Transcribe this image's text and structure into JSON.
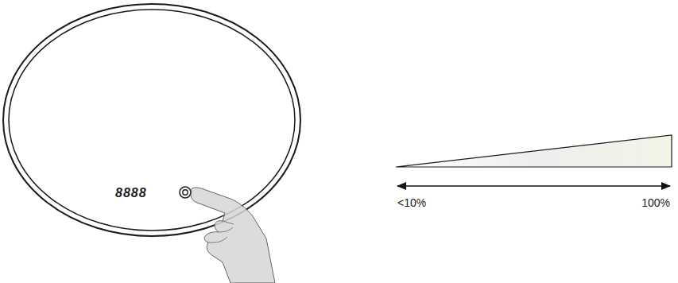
{
  "diagram": {
    "labels": [
      "8888",
      "<10%",
      "100%"
    ]
  }
}
